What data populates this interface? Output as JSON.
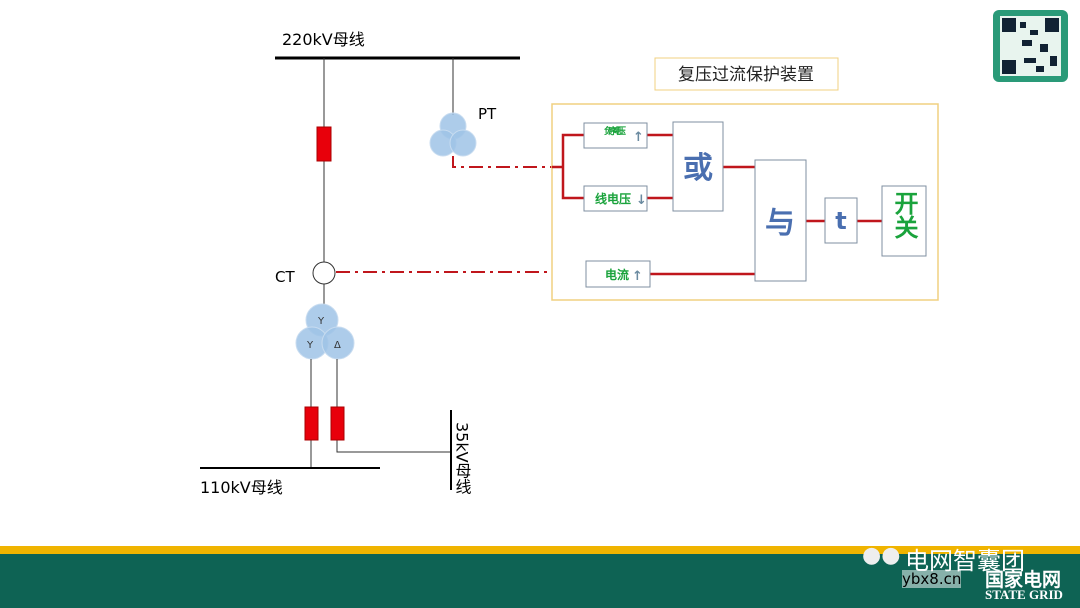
{
  "labels": {
    "bus_220": "220kV母线",
    "bus_110": "110kV母线",
    "bus_35": "35kV母线",
    "pt": "PT",
    "ct": "CT",
    "wye_top": "Y",
    "wye_left": "Y",
    "delta": "Δ"
  },
  "device": {
    "title": "复压过流保护装置",
    "neg_seq_voltage": "负序电压",
    "line_voltage": "线电压",
    "current": "电流",
    "or_gate": "或",
    "and_gate": "与",
    "timer": "t",
    "switch": "开关",
    "up_arrow": "↑",
    "down_arrow": "↓"
  },
  "footer": {
    "brand_cn": "电网智囊团",
    "site": "ybx8.cn",
    "company_cn": "国家电网",
    "company_en": "STATE GRID"
  },
  "colors": {
    "line_red": "#c0161c",
    "fuse_red": "#e8000b",
    "footer_green": "#0e6354",
    "footer_yellow": "#f0b400",
    "gate_text": "#4a6fb0",
    "box_text": "#1aa33c"
  }
}
